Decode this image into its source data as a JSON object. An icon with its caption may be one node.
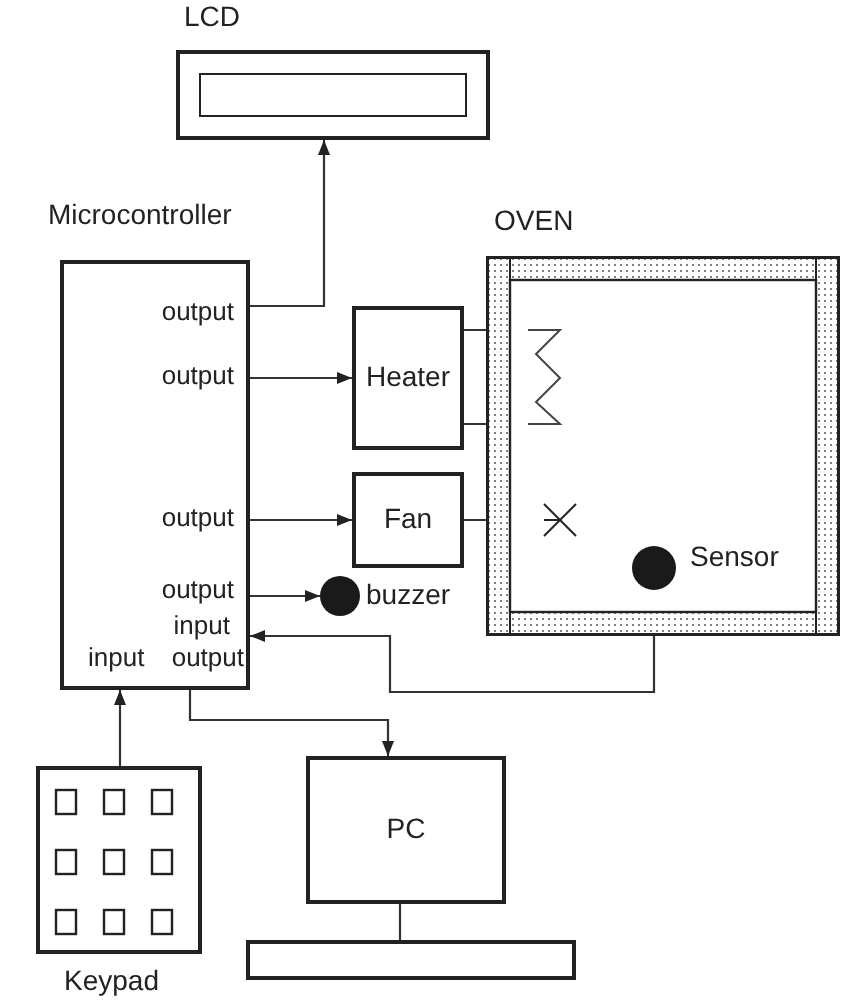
{
  "diagram": {
    "nodes": [
      {
        "text": [
          "LCD"
        ]
      },
      {
        "text": [
          "Microcontroller",
          "output",
          "output",
          "output",
          "output",
          "input",
          "input",
          "output"
        ]
      },
      {
        "text": [
          "OVEN"
        ]
      },
      {
        "text": [
          "Heater"
        ]
      },
      {
        "text": [
          "Fan"
        ]
      },
      {
        "text": [],
        "shape": "circle",
        "beside": [
          "buzzer"
        ]
      },
      {
        "text": [],
        "shape": "circle",
        "beside": [
          "Sensor"
        ],
        "in": 2
      },
      {
        "text": [],
        "shape": "picture",
        "in": 2
      },
      {
        "text": [],
        "shape": "picture",
        "in": 2
      },
      {
        "text": [
          "Keypad"
        ]
      },
      {
        "text": [
          "PC"
        ]
      },
      {
        "text": [],
        "shape": "box"
      }
    ],
    "edges": [
      {
        "from": 1,
        "to": 0,
        "arrow": "to"
      },
      {
        "from": 1,
        "to": 3,
        "arrow": "to"
      },
      {
        "from": 1,
        "to": 4,
        "arrow": "to"
      },
      {
        "from": 1,
        "to": 5,
        "arrow": "to"
      },
      {
        "from": 6,
        "to": 1,
        "arrow": "to"
      },
      {
        "from": 9,
        "to": 1,
        "arrow": "to"
      },
      {
        "from": 1,
        "to": 10,
        "arrow": "to"
      },
      {
        "from": 3,
        "to": 7,
        "arrow": "none"
      },
      {
        "from": 4,
        "to": 8,
        "arrow": "none"
      },
      {
        "from": 10,
        "to": 11,
        "arrow": "none"
      }
    ]
  }
}
